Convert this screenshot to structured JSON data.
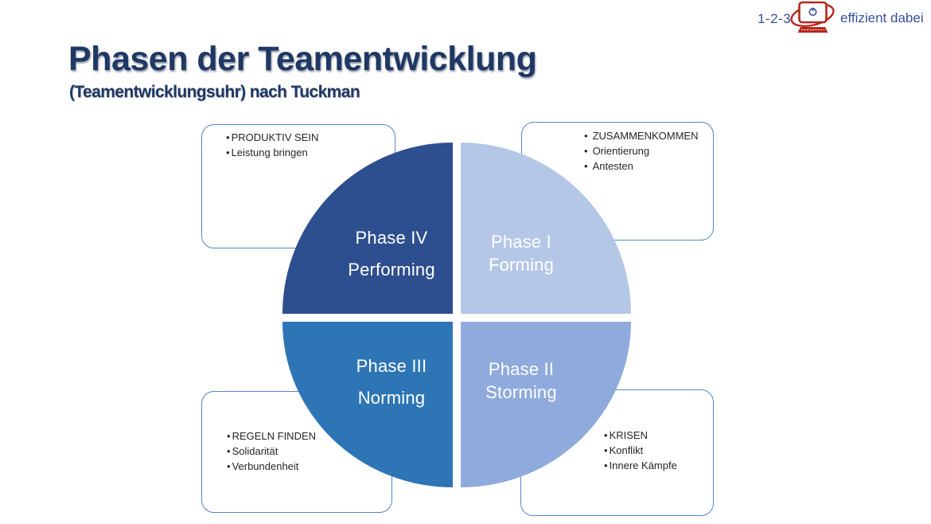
{
  "slide": {
    "title": "Phasen der Teamentwicklung",
    "subtitle": "(Teamentwicklungsuhr) nach Tuckman"
  },
  "logo": {
    "prefix": "1-2-3",
    "tagline": "effizient dabei",
    "icon": "laptop-swoosh-icon",
    "text_color": "#3A4E9F",
    "icon_color": "#B5271D"
  },
  "bullet_char": "•",
  "quadrants": [
    {
      "phase": "Phase IV",
      "name": "Performing",
      "position": "top-left",
      "color": "#2E4F8F"
    },
    {
      "phase": "Phase I",
      "name": "Forming",
      "position": "top-right",
      "color": "#B4C7E7"
    },
    {
      "phase": "Phase III",
      "name": "Norming",
      "position": "bottom-left",
      "color": "#2E75B6"
    },
    {
      "phase": "Phase II",
      "name": "Storming",
      "position": "bottom-right",
      "color": "#8FAADC"
    }
  ],
  "callouts": [
    {
      "position": "top-left",
      "items": [
        "PRODUKTIV SEIN",
        "Leistung bringen"
      ]
    },
    {
      "position": "top-right",
      "items": [
        "ZUSAMMENKOMMEN",
        "Orientierung",
        "Antesten"
      ]
    },
    {
      "position": "bottom-left",
      "items": [
        "REGELN FINDEN",
        "Solidarität",
        "Verbundenheit"
      ]
    },
    {
      "position": "bottom-right",
      "items": [
        "KRISEN",
        "Konflikt",
        "Innere Kämpfe"
      ]
    }
  ],
  "colors": {
    "title": "#1F3864",
    "box_border": "#5585C5",
    "background": "#FFFFFF"
  }
}
